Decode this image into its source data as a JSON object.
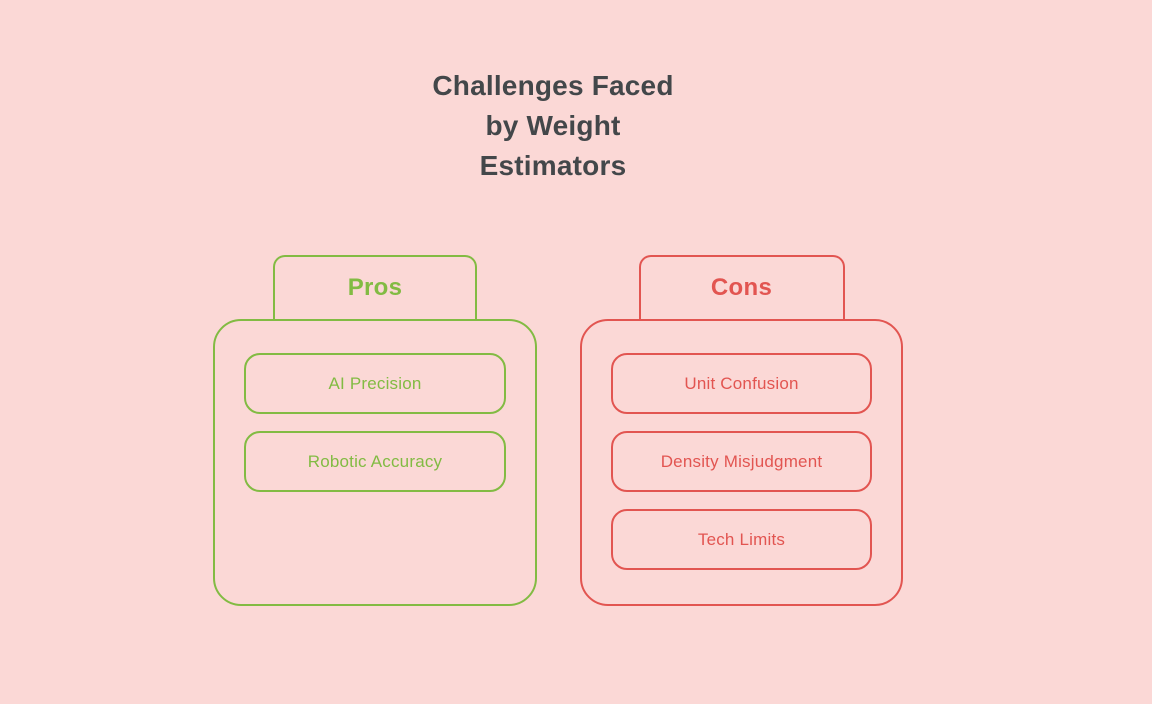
{
  "title": "Challenges Faced\nby Weight\nEstimators",
  "colors": {
    "background": "#fbd8d6",
    "pros_accent": "#82bb43",
    "cons_accent": "#e25551",
    "title_text": "#43474a"
  },
  "columns": [
    {
      "id": "pros",
      "label": "Pros",
      "items": [
        "AI Precision",
        "Robotic Accuracy"
      ]
    },
    {
      "id": "cons",
      "label": "Cons",
      "items": [
        "Unit Confusion",
        "Density Misjudgment",
        "Tech Limits"
      ]
    }
  ]
}
